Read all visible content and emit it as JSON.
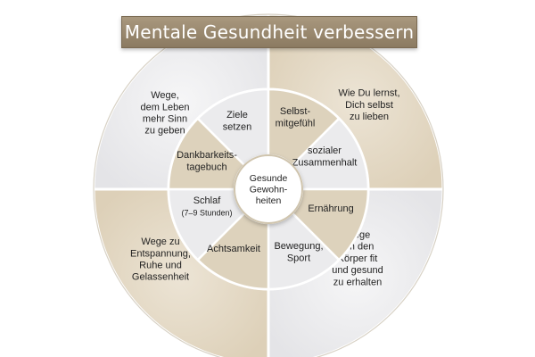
{
  "title": "Mentale Gesundheit verbessern",
  "center": [
    "Gesunde",
    "Gewohn-",
    "heiten"
  ],
  "outer_segments": [
    {
      "lines": [
        "Wege,",
        "dem Leben",
        "mehr Sinn",
        "zu geben"
      ]
    },
    {
      "lines": [
        "Wie Du lernst,",
        "Dich selbst",
        "zu lieben"
      ]
    },
    {
      "lines": [
        "Wege",
        "um den",
        "Körper fit",
        "und gesund",
        "zu erhalten"
      ]
    },
    {
      "lines": [
        "Wege zu",
        "Entspannung,",
        "Ruhe und",
        "Gelassenheit"
      ]
    }
  ],
  "inner_segments": [
    {
      "lines": [
        "Ziele",
        "setzen"
      ]
    },
    {
      "lines": [
        "Selbst-",
        "mitgefühl"
      ]
    },
    {
      "lines": [
        "sozialer",
        "Zusammenhalt"
      ]
    },
    {
      "lines": [
        "Ernährung"
      ]
    },
    {
      "lines": [
        "Bewegung,",
        "Sport"
      ]
    },
    {
      "lines": [
        "Achtsamkeit"
      ]
    },
    {
      "lines": [
        "Schlaf"
      ],
      "sub": "(7–9 Stunden)"
    },
    {
      "lines": [
        "Dankbarkeits-",
        "tagebuch"
      ]
    }
  ],
  "colors": {
    "banner": "#9a8970",
    "beige_light": "#e6dccb",
    "beige_dark": "#cbbd9f",
    "grey_light": "#efeff1",
    "grey_mid": "#d9d9dd",
    "text": "#222222"
  }
}
